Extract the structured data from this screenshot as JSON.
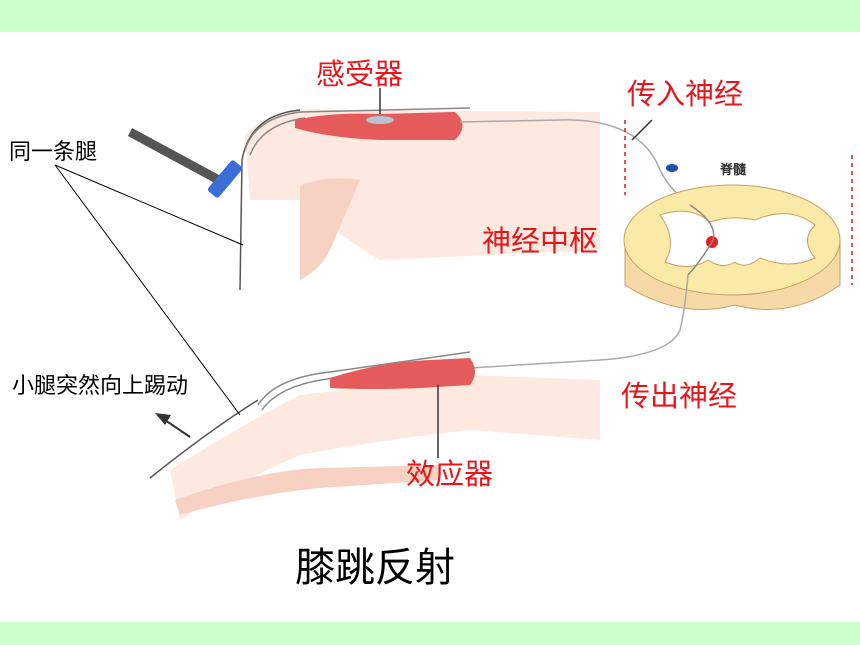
{
  "labels": {
    "receptor": "感受器",
    "afferent": "传入神经",
    "same_leg": "同一条腿",
    "spinal_cord": "脊髓",
    "center": "神经中枢",
    "kick": "小腿突然向上踢动",
    "efferent": "传出神经",
    "effector": "效应器"
  },
  "title": "膝跳反射",
  "colors": {
    "band": "#ccffcc",
    "label_red": "#e8151b",
    "muscle": "#e55a5a",
    "skin_shade": "#f7d2c2",
    "spinal_cream": "#fbe9a8",
    "spinal_red": "#e61f1f",
    "hammer": "#555555",
    "hammer_head": "#3a6fd8"
  }
}
